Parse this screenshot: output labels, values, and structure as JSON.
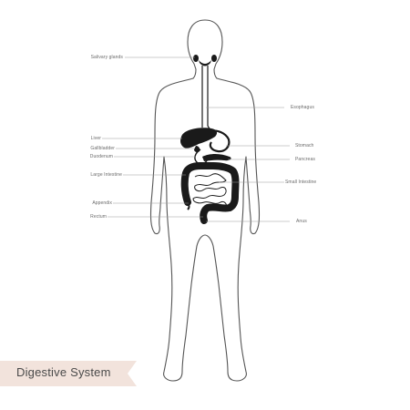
{
  "title": "Digestive System",
  "colors": {
    "background": "#ffffff",
    "outline": "#555555",
    "organ_fill": "#1a1a1a",
    "ribbon": "#f2e3dc",
    "leader": "#9a9a9a"
  },
  "labels": {
    "salivary_glands": "Salivary glands",
    "esophagus": "Esophagus",
    "liver": "Liver",
    "gallbladder": "Gallbladder",
    "duodenum": "Duodenum",
    "large_intestine": "Large Intestine",
    "appendix": "Appendix",
    "rectum": "Rectum",
    "stomach": "Stomach",
    "pancreas": "Pancreas",
    "small_intestine": "Small Intestine",
    "anus": "Anus"
  }
}
